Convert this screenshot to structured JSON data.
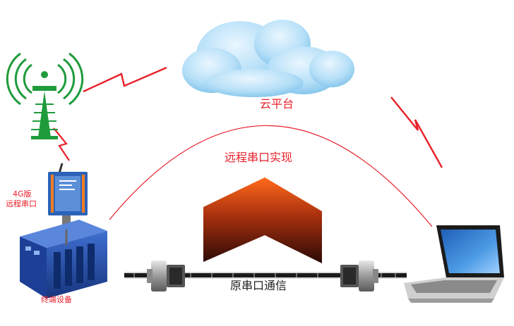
{
  "labels": {
    "cloud_platform": "云平台",
    "remote_serial_impl": "远程串口实现",
    "device_4g_line1": "4G版",
    "device_4g_line2": "远程串口",
    "original_serial_comm": "原串口通信",
    "terminal_device": "终端设备"
  },
  "colors": {
    "accent_red": "#e8202a",
    "tower_green": "#1f9b3c",
    "cloud_blue": "#9fd3f2",
    "device_blue": "#2c63b8",
    "arrow_orange": "#e8561a",
    "arrow_dark": "#3a0f08"
  },
  "icons": {
    "tower": "antenna-tower-icon",
    "cloud": "cloud-icon",
    "laptop": "laptop-icon",
    "server": "industrial-device-icon",
    "modem": "4g-serial-modem-icon"
  }
}
